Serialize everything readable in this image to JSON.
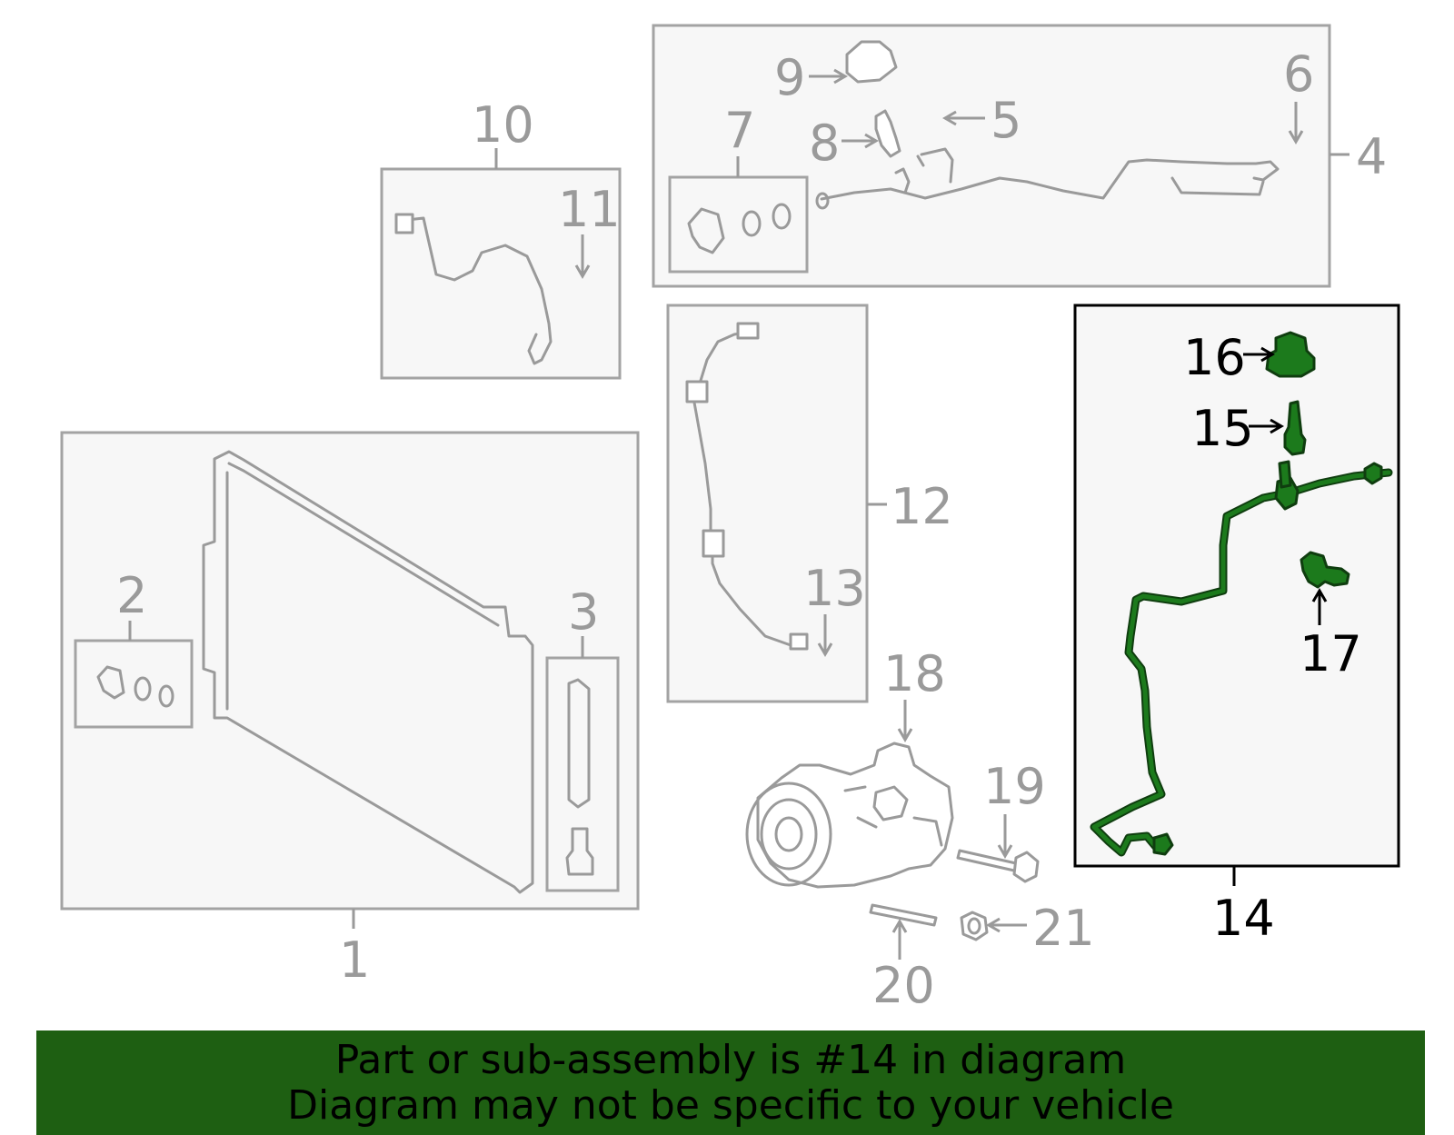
{
  "diagram": {
    "highlight_color": "#1c7a1c",
    "labels": {
      "n1": "1",
      "n2": "2",
      "n3": "3",
      "n4": "4",
      "n5": "5",
      "n6": "6",
      "n7": "7",
      "n8": "8",
      "n9": "9",
      "n10": "10",
      "n11": "11",
      "n12": "12",
      "n13": "13",
      "n14": "14",
      "n15": "15",
      "n16": "16",
      "n17": "17",
      "n18": "18",
      "n19": "19",
      "n20": "20",
      "n21": "21"
    }
  },
  "notice": {
    "line1": "Part or sub-assembly is #14 in diagram",
    "line2": "Diagram may not be specific to your vehicle",
    "background": "#1e5f12"
  }
}
